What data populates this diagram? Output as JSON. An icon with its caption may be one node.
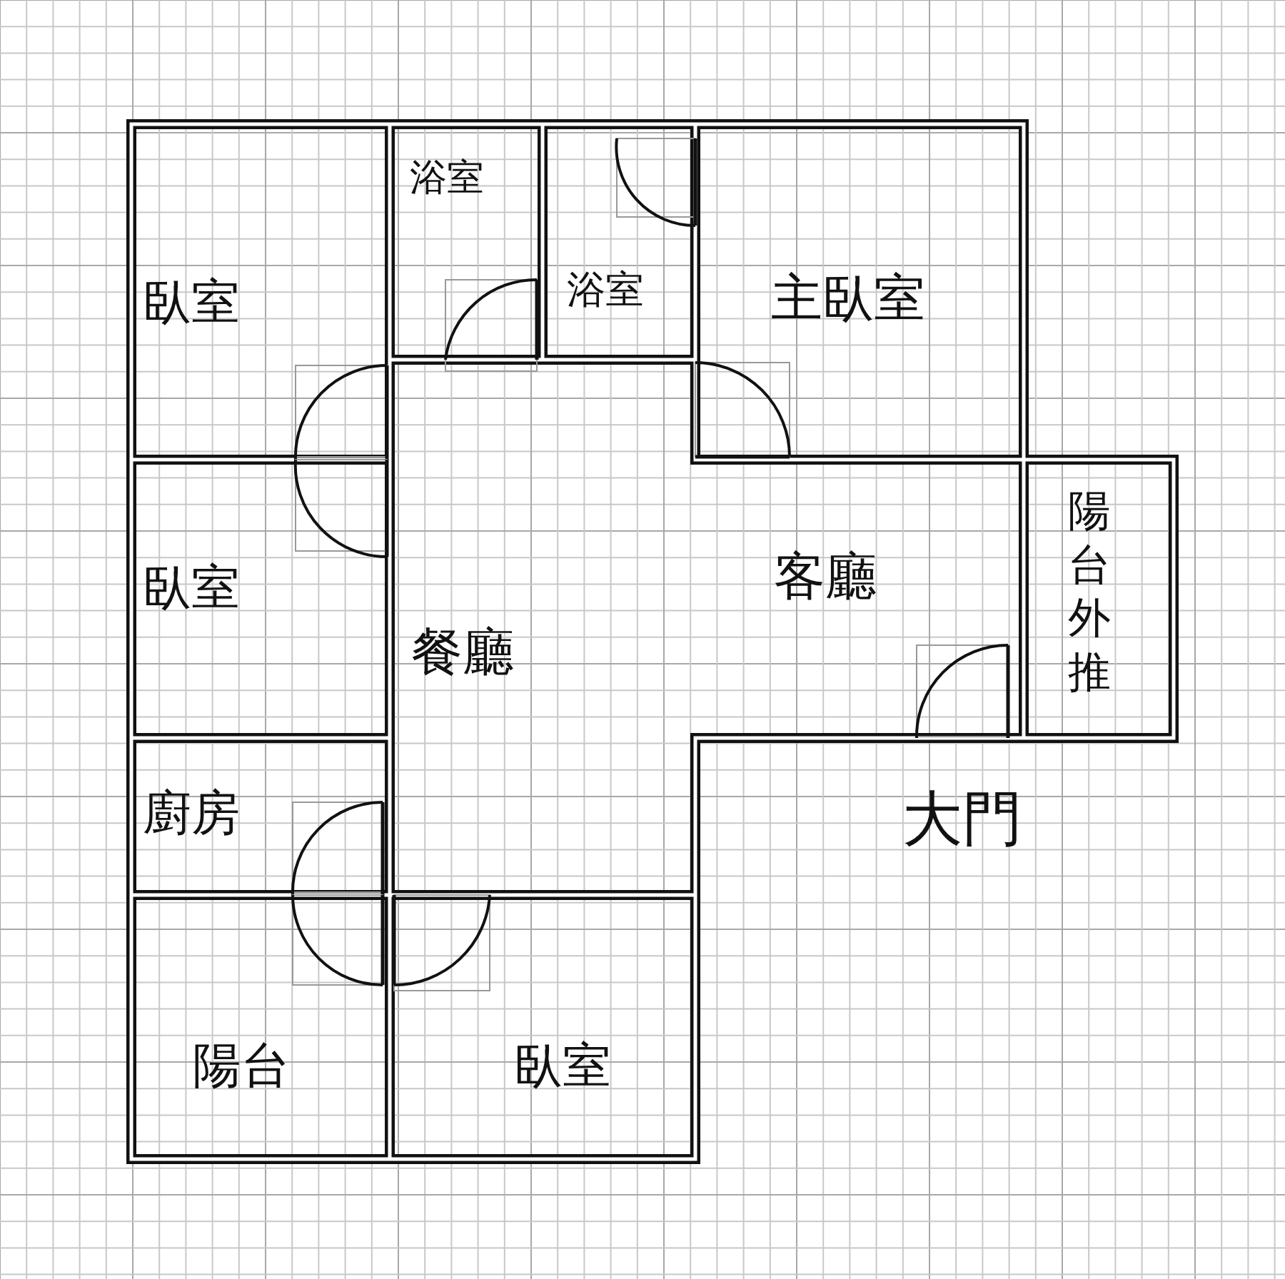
{
  "diagram": {
    "nodes": [
      {
        "text": [
          "臥室"
        ]
      },
      {
        "text": [
          "浴室"
        ]
      },
      {
        "text": [
          "浴室"
        ]
      },
      {
        "text": [
          "主臥室"
        ]
      },
      {
        "text": [
          "臥室"
        ]
      },
      {
        "text": [
          "餐廳"
        ]
      },
      {
        "text": [
          "客廳"
        ]
      },
      {
        "text": [
          "陽台外推"
        ]
      },
      {
        "text": [
          "廚房"
        ]
      },
      {
        "text": [
          "陽台"
        ]
      },
      {
        "text": [
          "臥室"
        ]
      }
    ],
    "labels": [
      "大門"
    ]
  }
}
